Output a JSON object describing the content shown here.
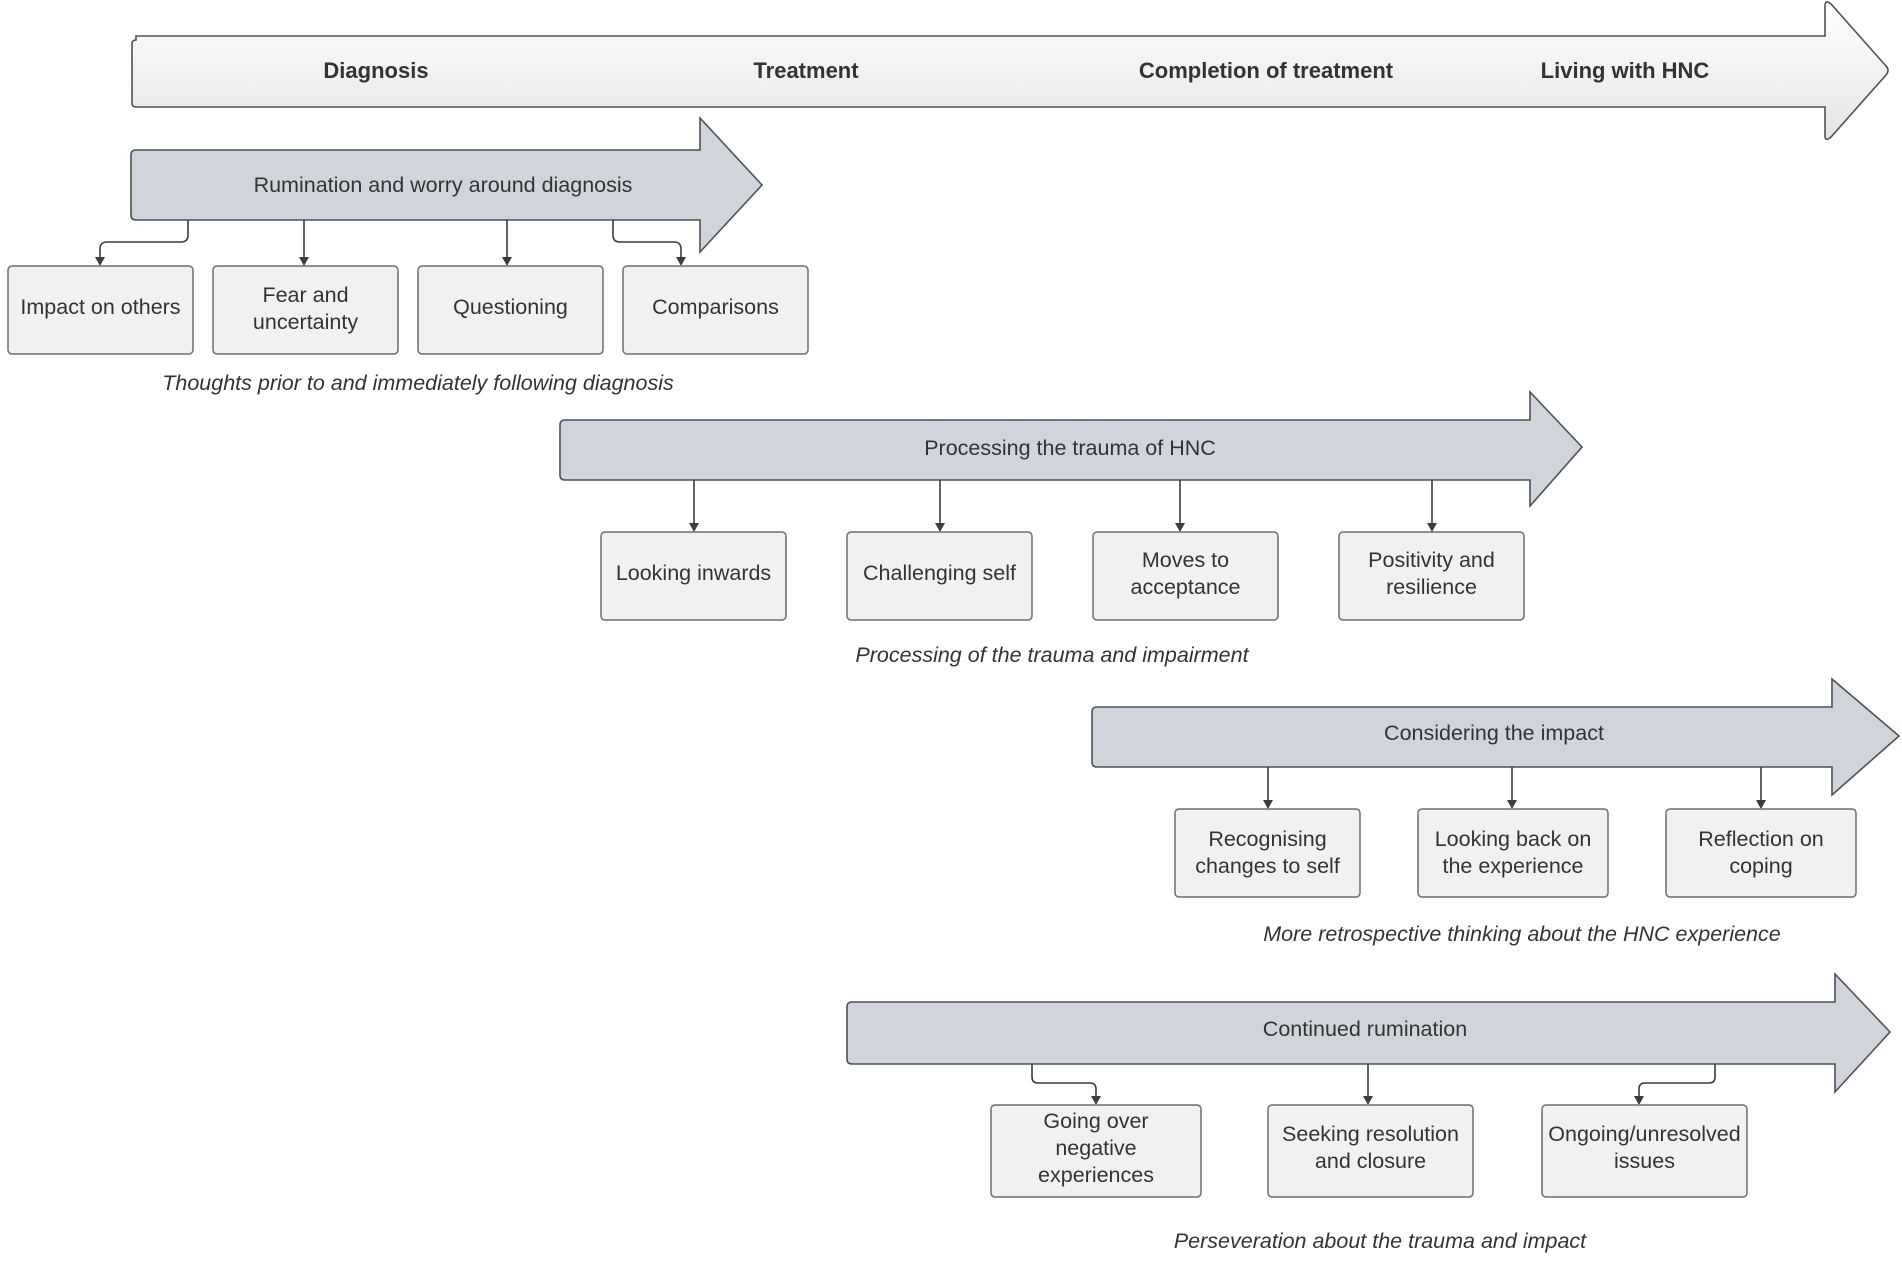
{
  "timeline": {
    "phases": [
      "Diagnosis",
      "Treatment",
      "Completion of treatment",
      "Living with HNC"
    ]
  },
  "stages": [
    {
      "title": "Rumination and worry around diagnosis",
      "items": [
        "Impact on others",
        "Fear and uncertainty",
        "Questioning",
        "Comparisons"
      ],
      "caption": "Thoughts prior to and immediately following diagnosis"
    },
    {
      "title": "Processing the trauma of HNC",
      "items": [
        "Looking inwards",
        "Challenging self",
        "Moves to acceptance",
        "Positivity and resilience"
      ],
      "caption": "Processing of the trauma and impairment"
    },
    {
      "title": "Considering the impact",
      "items": [
        "Recognising changes to self",
        "Looking back on the experience",
        "Reflection on coping"
      ],
      "caption": "More retrospective thinking about the HNC experience"
    },
    {
      "title": "Continued rumination",
      "items": [
        "Going over negative experiences",
        "Seeking resolution and closure",
        "Ongoing/unresolved issues"
      ],
      "caption": "Perseveration about the trauma and impact"
    }
  ],
  "colors": {
    "timeline_arrow_top": "#ffffff",
    "timeline_arrow_bottom": "#e6e7e9",
    "band_arrow_fill": "#d0d5dc",
    "box_fill": "#eff1f3",
    "outline": "#4d5157",
    "text": "#333333"
  }
}
